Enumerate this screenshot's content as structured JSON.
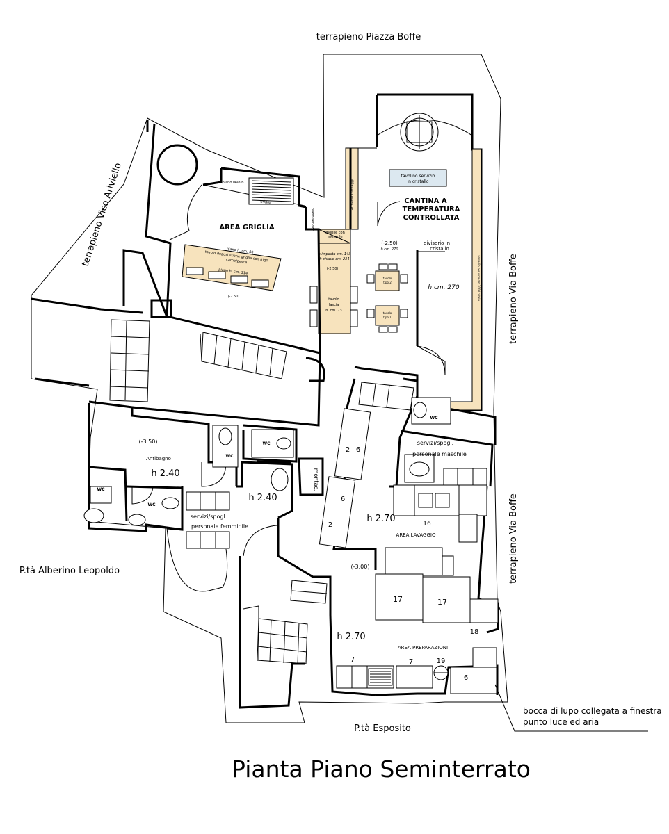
{
  "surroundings": {
    "north": "terrapieno Piazza Boffe",
    "west": "terrapieno Vico Ariviello",
    "east_upper": "terrapieno Via Boffe",
    "east_lower": "terrapieno Via Boffe",
    "west_lower": "P.tà Alberino Leopoldo",
    "south": "P.tà Esposito"
  },
  "title": "Pianta Piano Seminterrato",
  "callout": {
    "line1": "bocca di lupo collegata a finestra",
    "line2": "punto luce ed aria"
  },
  "rooms": {
    "area_griglia": "AREA GRIGLIA",
    "piano_lavoro": "piano lavoro",
    "griglia": "griglia",
    "piano_servizio": "piano servizio",
    "piano_h80": "piano h. cm. 80",
    "tavolo_degustazione_1": "tavolo degustazione griglia con frigo",
    "tavolo_degustazione_2": "carne/pesce",
    "piano_h114": "piano h. cm. 114",
    "griglia_level": "(-2.50)",
    "armadio_formaggi": "armadio formaggi",
    "mobile_mensole_1": "mobile con",
    "mobile_mensole_2": "mensole",
    "imposta": "h imposta cm. 143",
    "chiave": "h chiave cm. 234",
    "mid_level": "(-2.50)",
    "tavolo_fascia_1": "tavolo",
    "tavolo_fascia_2": "fascia",
    "tavolo_fascia_3": "h. cm. 73",
    "cantina_1": "CANTINA A",
    "cantina_2": "TEMPERATURA",
    "cantina_3": "CONTROLLATA",
    "tavolino_1": "tavolino servizio",
    "tavolino_2": "in cristallo",
    "cantina_level": "(-2.50)",
    "cantina_h270_small": "h cm. 270",
    "divisorio_1": "divisorio in",
    "divisorio_2": "cristallo",
    "tavolo_tipo2_1": "tavolo",
    "tavolo_tipo2_2": "tipo 2",
    "tavolo_tipo1_1": "tavolo",
    "tavolo_tipo1_2": "tipo 1",
    "cantina_h270": "h cm. 270",
    "armadio_vino": "armadio per vino cm 2000 totale",
    "antibagno_level": "(-3.50)",
    "antibagno": "Antibagno",
    "antibagno_h": "h  2.40",
    "wc": "WC",
    "serv_femm_1": "servizi/spogl.",
    "serv_femm_2": "personale  femminile",
    "femm_h": "h  2.40",
    "montac": "montac.",
    "serv_masc_1": "servizi/spogl.",
    "serv_masc_2": "personale  maschile",
    "lavaggio_h": "h  2.70",
    "area_lavaggio": "AREA LAVAGGIO",
    "lavaggio_level": "(-3.00)",
    "prep_h": "h  2.70",
    "area_preparazioni": "AREA PREPARAZIONI"
  },
  "numbers": {
    "n2a": "2",
    "n6a": "6",
    "n6b": "6",
    "n2b": "2",
    "n16": "16",
    "n17a": "17",
    "n17b": "17",
    "n18": "18",
    "n7a": "7",
    "n7b": "7",
    "n19": "19",
    "n6c": "6"
  },
  "icons": [
    "stair-icon",
    "door-swing-icon",
    "toilet-icon",
    "sink-icon",
    "table-icon",
    "chair-icon"
  ]
}
